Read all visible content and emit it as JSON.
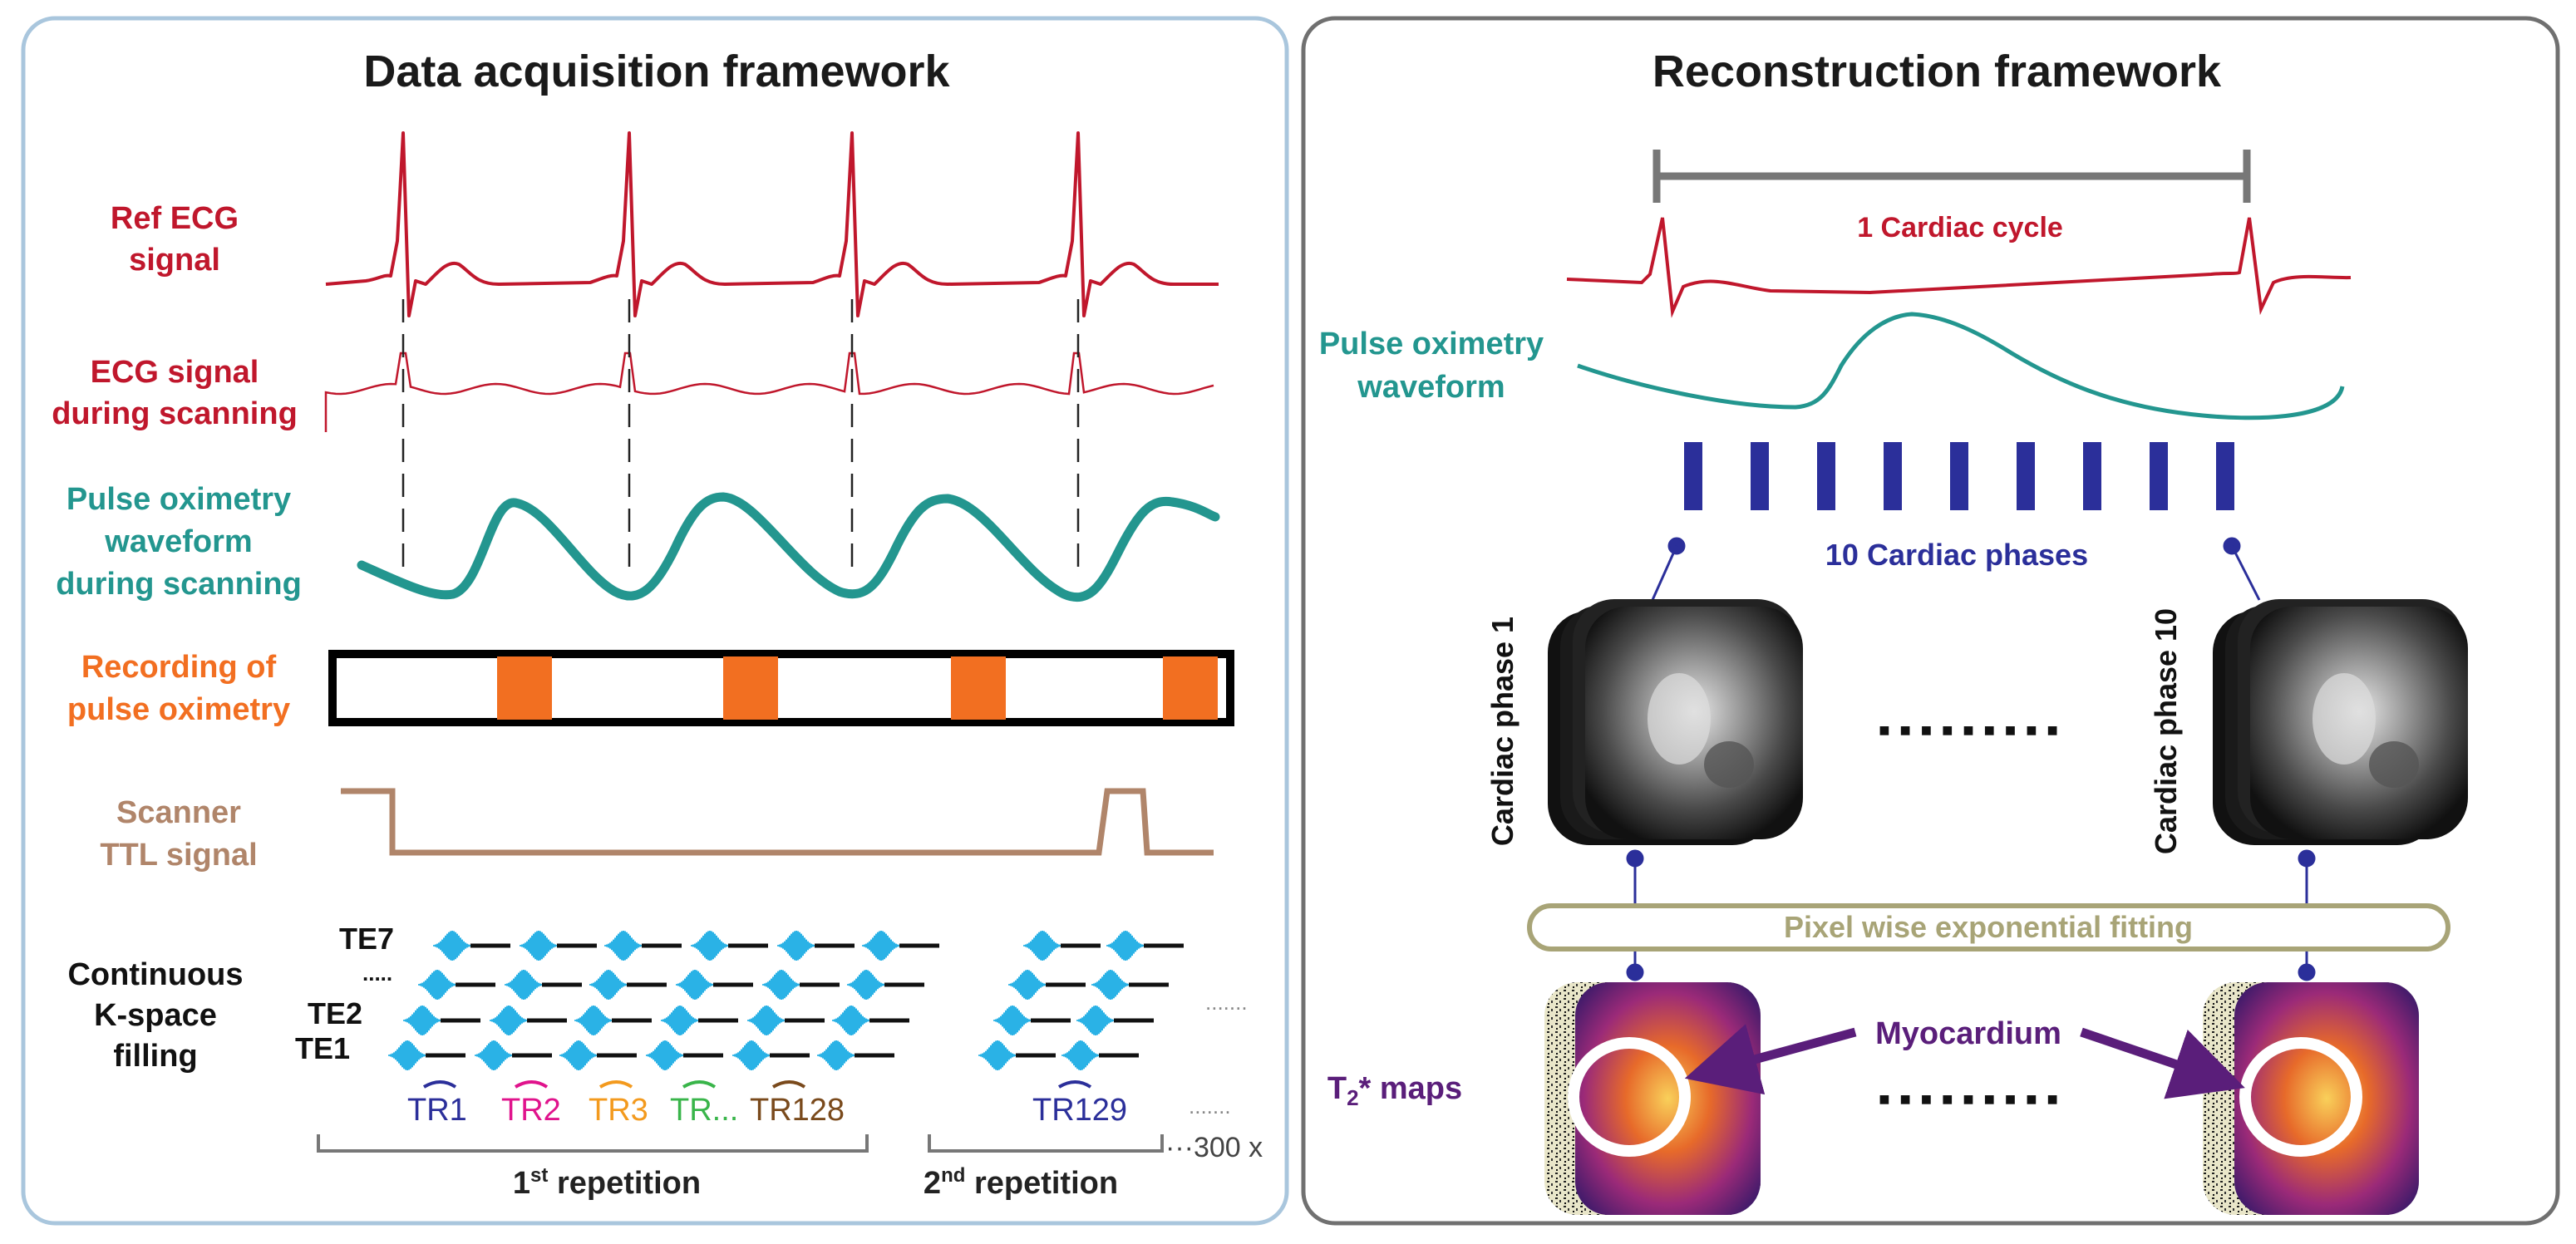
{
  "colors": {
    "left_panel_border": "#a9c6dd",
    "right_panel_border": "#707070",
    "ecg_red": "#c0172c",
    "pulse_teal": "#23968f",
    "recording_orange": "#f26f21",
    "ttl_brown": "#b0856a",
    "kspace_blue": "#2ab2e6",
    "phase_bar_navy": "#2b2f9a",
    "fitting_olive": "#a8a477",
    "myocardium_purple": "#5a1e7a",
    "tr1": "#2b2f9a",
    "tr2": "#e0138c",
    "tr3": "#f39a1e",
    "tr_dots": "#39b54a",
    "tr128": "#7a4a1c",
    "tr129": "#2b2f9a"
  },
  "left_panel": {
    "title": "Data acquisition framework",
    "ref_ecg_label": [
      "Ref ECG",
      "signal"
    ],
    "ecg_scan_label": [
      "ECG signal",
      "during scanning"
    ],
    "pulse_scan_label": [
      "Pulse oximetry",
      "waveform",
      "during scanning"
    ],
    "recording_label": [
      "Recording of",
      "pulse oximetry"
    ],
    "ttl_label": [
      "Scanner",
      "TTL signal"
    ],
    "kspace_label": [
      "Continuous",
      "K-space",
      "filling"
    ],
    "te_labels": [
      "TE7",
      ".....",
      "TE2",
      "TE1"
    ],
    "tr_labels": [
      "TR1",
      "TR2",
      "TR3",
      "TR...",
      "TR128"
    ],
    "tr129_label": "TR129",
    "dots_after_2nd": ".......",
    "repeat_count": "···300 x",
    "rep1_label": "1",
    "rep1_sup": "st",
    "rep1_suffix": " repetition",
    "rep2_label": "2",
    "rep2_sup": "nd",
    "rep2_suffix": " repetition"
  },
  "right_panel": {
    "title": "Reconstruction framework",
    "cycle_label": "1 Cardiac cycle",
    "pulse_label": [
      "Pulse oximetry",
      "waveform"
    ],
    "phases_label": "10 Cardiac phases",
    "phase_count": 10,
    "phase1_label": "Cardiac phase 1",
    "phase10_label": "Cardiac phase 10",
    "ellipsis": "■■■■■■■■■",
    "fitting_label": "Pixel wise exponential fitting",
    "myocardium_label": "Myocardium",
    "maps_label_main": "T",
    "maps_label_sub": "2",
    "maps_label_rest": "* maps"
  }
}
